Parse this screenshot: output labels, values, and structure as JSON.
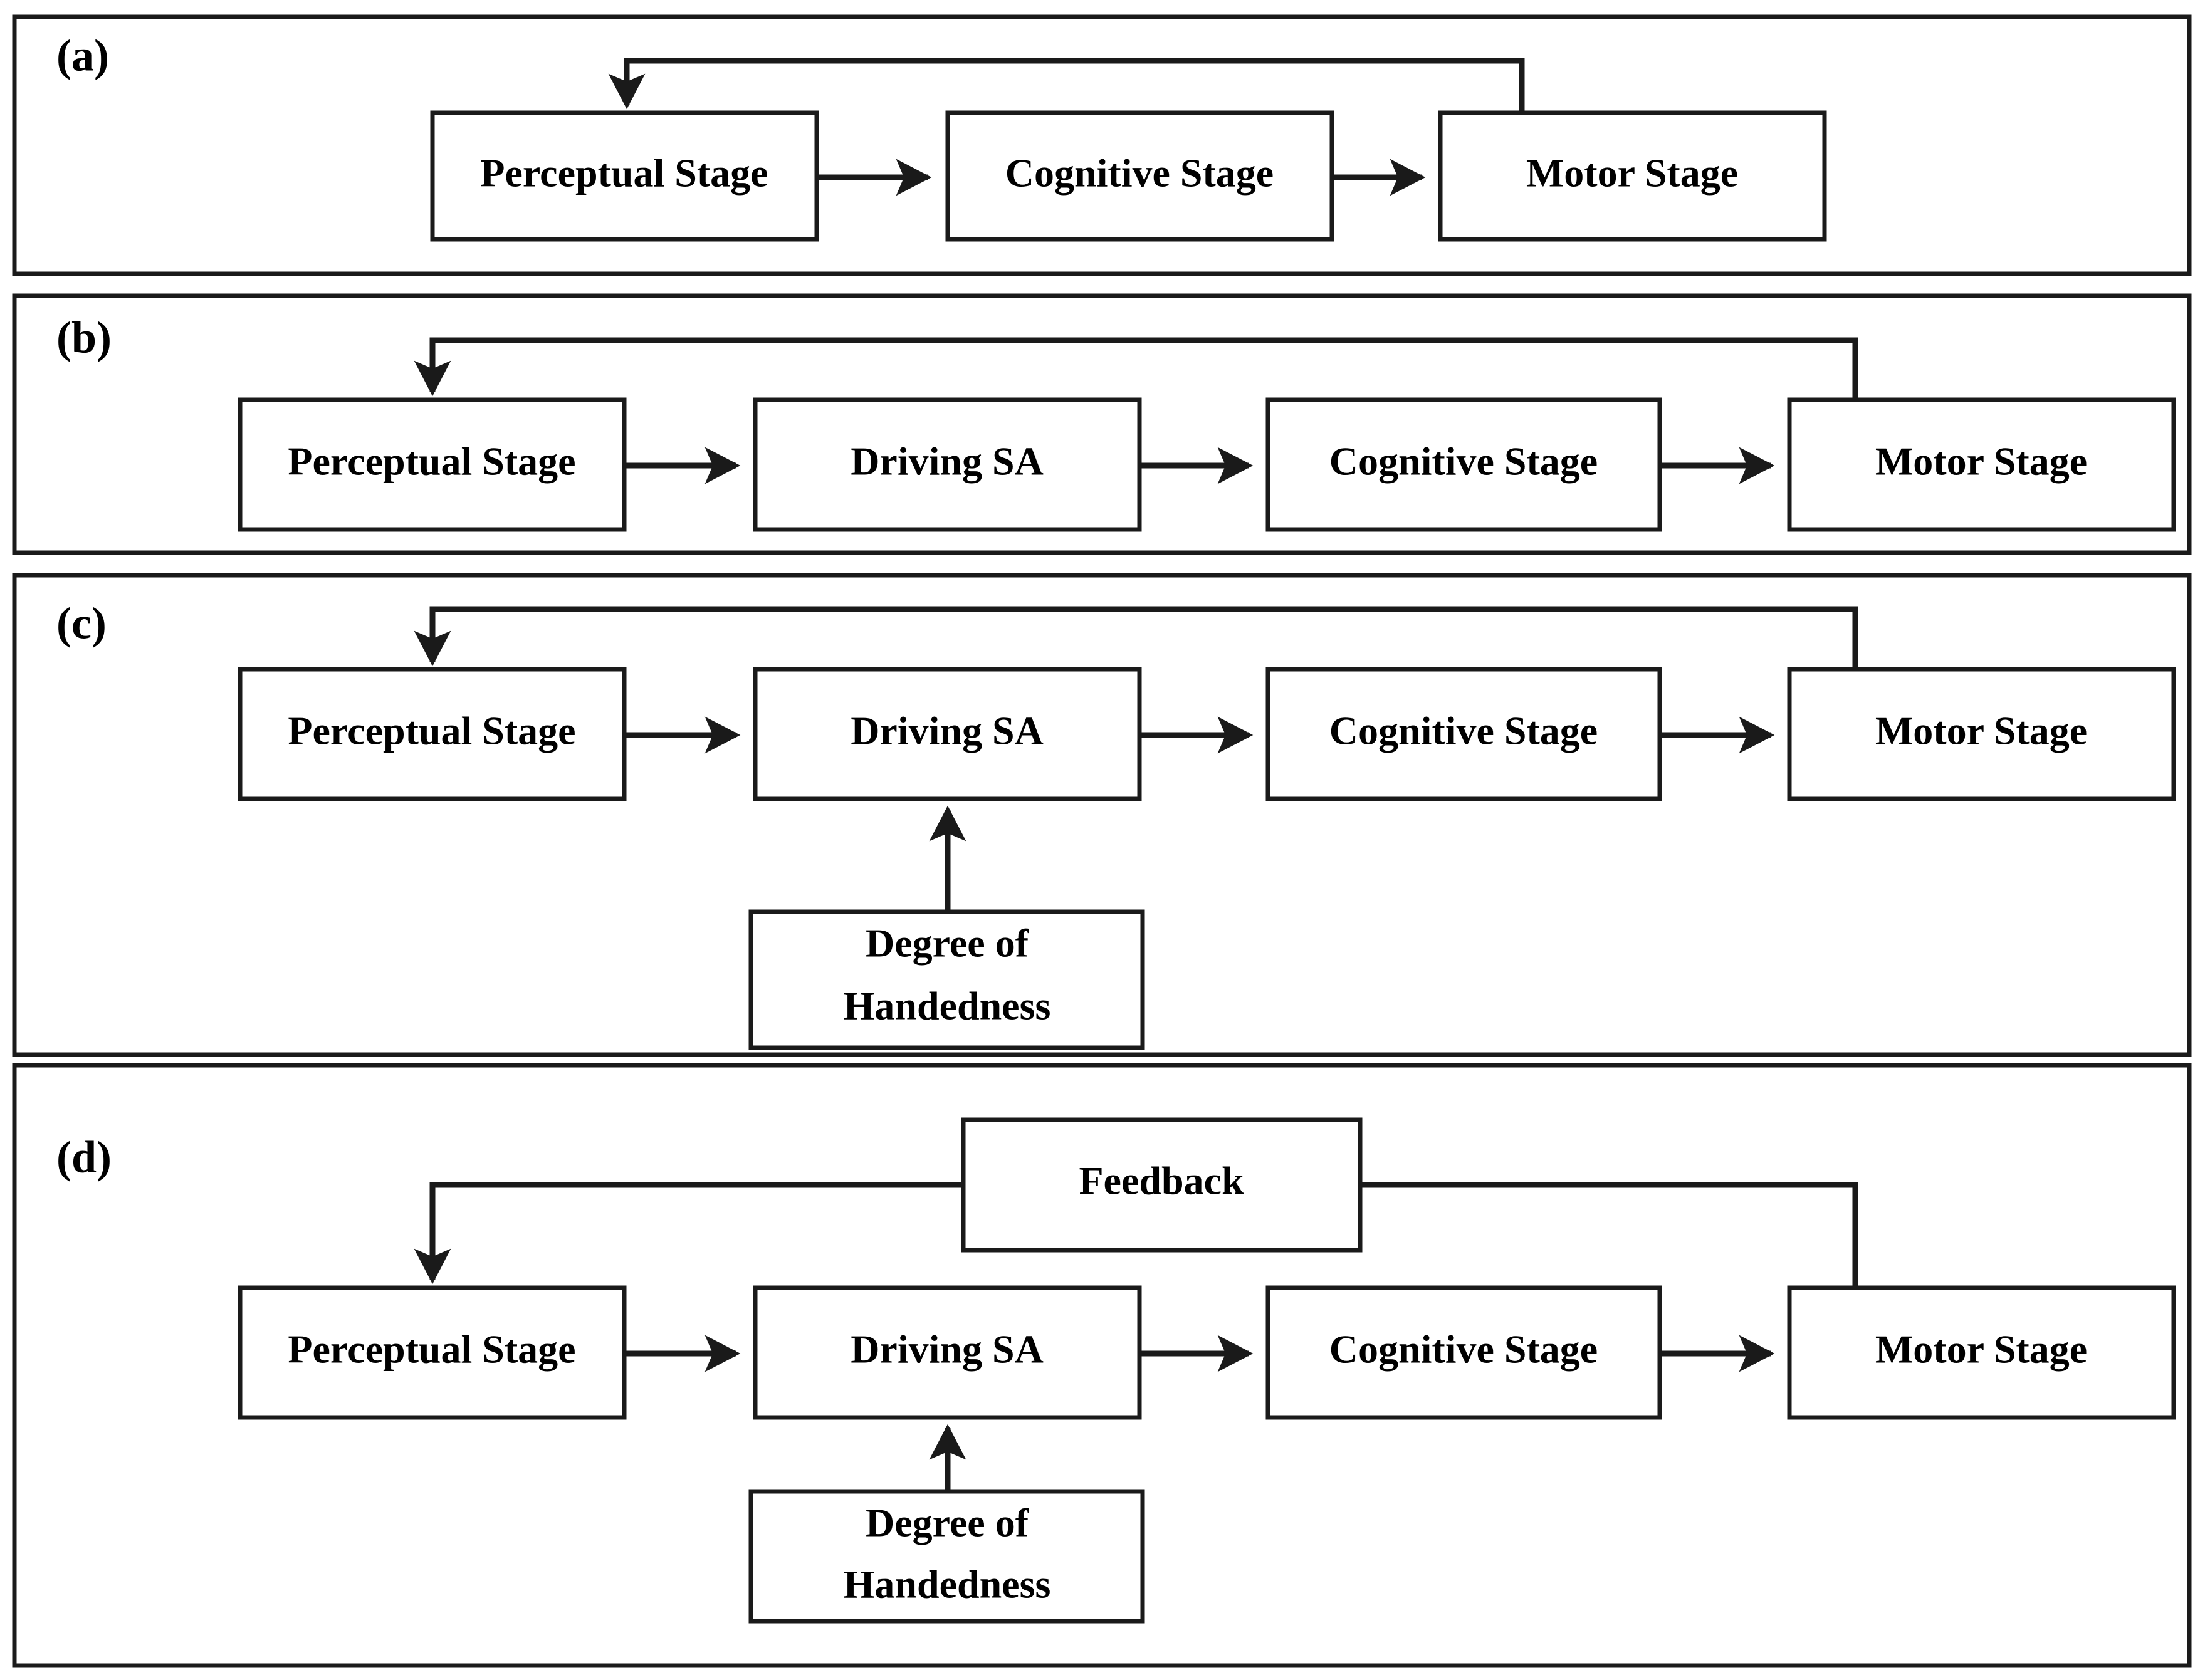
{
  "figure": {
    "background_color": "#ffffff",
    "line_color": "#1a1a1a",
    "text_color": "#000000",
    "panels": [
      {
        "tag": "(a)",
        "nodes": [
          {
            "id": "a-perceptual",
            "label": "Perceptual Stage"
          },
          {
            "id": "a-cognitive",
            "label": "Cognitive Stage"
          },
          {
            "id": "a-motor",
            "label": "Motor Stage"
          }
        ],
        "edges": [
          {
            "from": "Perceptual Stage",
            "to": "Cognitive Stage",
            "kind": "forward-arrow"
          },
          {
            "from": "Cognitive Stage",
            "to": "Motor Stage",
            "kind": "forward-arrow"
          },
          {
            "from": "Motor Stage",
            "to": "Perceptual Stage",
            "kind": "feedback-loop"
          }
        ]
      },
      {
        "tag": "(b)",
        "nodes": [
          {
            "id": "b-perceptual",
            "label": "Perceptual Stage"
          },
          {
            "id": "b-driving-sa",
            "label": "Driving SA"
          },
          {
            "id": "b-cognitive",
            "label": "Cognitive Stage"
          },
          {
            "id": "b-motor",
            "label": "Motor Stage"
          }
        ],
        "edges": [
          {
            "from": "Perceptual Stage",
            "to": "Driving SA",
            "kind": "forward-arrow"
          },
          {
            "from": "Driving SA",
            "to": "Cognitive Stage",
            "kind": "forward-arrow"
          },
          {
            "from": "Cognitive Stage",
            "to": "Motor Stage",
            "kind": "forward-arrow"
          },
          {
            "from": "Motor Stage",
            "to": "Perceptual Stage",
            "kind": "feedback-loop"
          }
        ]
      },
      {
        "tag": "(c)",
        "nodes": [
          {
            "id": "c-perceptual",
            "label": "Perceptual Stage"
          },
          {
            "id": "c-driving-sa",
            "label": "Driving SA"
          },
          {
            "id": "c-cognitive",
            "label": "Cognitive Stage"
          },
          {
            "id": "c-motor",
            "label": "Motor Stage"
          },
          {
            "id": "c-handedness-line1",
            "label": "Degree of"
          },
          {
            "id": "c-handedness-line2",
            "label": "Handedness"
          }
        ],
        "edges": [
          {
            "from": "Perceptual Stage",
            "to": "Driving SA",
            "kind": "forward-arrow"
          },
          {
            "from": "Driving SA",
            "to": "Cognitive Stage",
            "kind": "forward-arrow"
          },
          {
            "from": "Cognitive Stage",
            "to": "Motor Stage",
            "kind": "forward-arrow"
          },
          {
            "from": "Motor Stage",
            "to": "Perceptual Stage",
            "kind": "feedback-loop"
          },
          {
            "from": "Degree of Handedness",
            "to": "Driving SA",
            "kind": "upward-arrow"
          }
        ]
      },
      {
        "tag": "(d)",
        "nodes": [
          {
            "id": "d-feedback",
            "label": "Feedback"
          },
          {
            "id": "d-perceptual",
            "label": "Perceptual Stage"
          },
          {
            "id": "d-driving-sa",
            "label": "Driving SA"
          },
          {
            "id": "d-cognitive",
            "label": "Cognitive Stage"
          },
          {
            "id": "d-motor",
            "label": "Motor Stage"
          },
          {
            "id": "d-handedness-line1",
            "label": "Degree of"
          },
          {
            "id": "d-handedness-line2",
            "label": "Handedness"
          }
        ],
        "edges": [
          {
            "from": "Perceptual Stage",
            "to": "Driving SA",
            "kind": "forward-arrow"
          },
          {
            "from": "Driving SA",
            "to": "Cognitive Stage",
            "kind": "forward-arrow"
          },
          {
            "from": "Cognitive Stage",
            "to": "Motor Stage",
            "kind": "forward-arrow"
          },
          {
            "from": "Motor Stage",
            "to": "Feedback",
            "kind": "feedback-link"
          },
          {
            "from": "Feedback",
            "to": "Perceptual Stage",
            "kind": "feedback-loop"
          },
          {
            "from": "Degree of Handedness",
            "to": "Driving SA",
            "kind": "upward-arrow"
          }
        ]
      }
    ]
  }
}
